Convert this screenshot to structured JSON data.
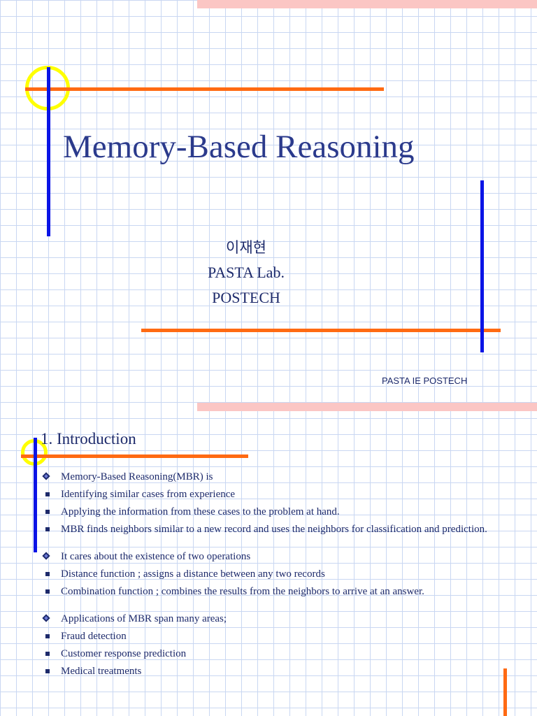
{
  "slide1": {
    "title": "Memory-Based Reasoning",
    "author_korean": "이재현",
    "lab": "PASTA Lab.",
    "institution": "POSTECH",
    "footer": "PASTA IE POSTECH"
  },
  "slide2": {
    "title": "1. Introduction",
    "groups": [
      {
        "text": "Memory-Based Reasoning(MBR) is",
        "items": [
          "Identifying similar cases from experience",
          "Applying the information from these cases to the problem at hand.",
          "MBR finds neighbors similar to a new record and uses the neighbors for classification and prediction."
        ]
      },
      {
        "text": "It cares about the existence of two operations",
        "items": [
          "Distance function ; assigns a distance between any two records",
          "Combination function ; combines the results from the neighbors to arrive at an answer."
        ]
      },
      {
        "text": "Applications of MBR span many areas;",
        "items": [
          "Fraud detection",
          "Customer response prediction",
          "Medical treatments"
        ]
      }
    ]
  },
  "colors": {
    "grid": "#c9d7f2",
    "pink_band": "#fbc6c4",
    "orange": "#ff6a13",
    "blue": "#0a14e6",
    "yellow": "#ffff00",
    "title_blue": "#2b3a8c",
    "text_navy": "#1d2a6b"
  }
}
